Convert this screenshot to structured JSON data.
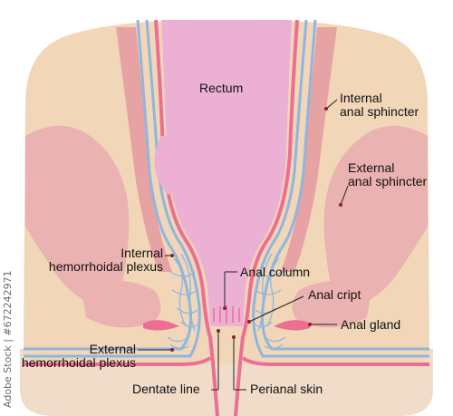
{
  "diagram": {
    "colors": {
      "muscle_tan": "#f1d7b8",
      "sphincter_pink": "#eab2b0",
      "internal_sphincter": "#e7a2a3",
      "vessel_blue": "#8fb6df",
      "mucosa_pink": "#ec6f93",
      "rectum_lumen": "#ebb0d4",
      "skin_base": "#f0dcc9"
    },
    "labels": {
      "rectum": "Rectum",
      "internal_anal_sphincter": [
        "Internal",
        "anal sphincter"
      ],
      "external_anal_sphincter": [
        "External",
        "anal sphincter"
      ],
      "internal_hemorrhoidal_plexus": [
        "Internal",
        "hemorrhoidal plexus"
      ],
      "anal_column": "Anal column",
      "anal_cript": "Anal cript",
      "anal_gland": "Anal gland",
      "external_hemorrhoidal_plexus": [
        "External",
        "hemorrhoidal plexus"
      ],
      "dentate_line": "Dentate line",
      "perianal_skin": "Perianal skin"
    },
    "watermark": "Adobe Stock | #672242971"
  }
}
